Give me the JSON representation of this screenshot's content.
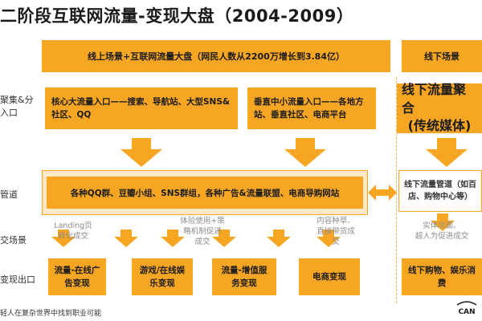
{
  "title": "二阶段互联网流量-变现大盘（2004-2009）",
  "row_labels": {
    "entry": [
      "聚集&分",
      "入口"
    ],
    "pipeline": "管道",
    "scene": "交场景",
    "monetize": "变现出口"
  },
  "online": {
    "header": "线上场景+互联网流量大盘（网民人数从2200万增长到3.84亿）",
    "entry_left": "核心大流量入口——搜索、导航站、大型SNS&社区、QQ",
    "entry_right": "垂直中小流量入口——各地方站、垂直社区、电商平台",
    "pipeline": "各种QQ群、豆瓣小组、SNS群组，各种广告&流量联盟、电商导购网站",
    "scenes": [
      [
        "Landing页",
        "转化成交"
      ],
      [
        "体验使用+策",
        "略机制促进",
        "成交"
      ],
      [
        "内容种草、",
        "直接带货成",
        "交"
      ]
    ],
    "outputs": [
      [
        "流量-在线广",
        "告变现"
      ],
      [
        "游戏/在线娱",
        "乐变现"
      ],
      [
        "流量-增值服",
        "务变现"
      ],
      [
        "电商变现"
      ]
    ]
  },
  "offline": {
    "header": "线下场景",
    "entry_lines": [
      "线下流量聚合",
      "(传统媒体)"
    ],
    "pipeline_lines": [
      "线下流量管道（如百",
      "店、购物中心等）"
    ],
    "scene_lines": [
      "实体店面、",
      "超人为促进成交"
    ],
    "output_lines": [
      "线下购物、娱乐消",
      "费"
    ]
  },
  "footer": "轻人在复杂世界中找到职业可能",
  "logo_text": "CAN",
  "colors": {
    "accent": "#f6a623",
    "pale": "#fde9c6",
    "dash": "#f2b04a"
  }
}
